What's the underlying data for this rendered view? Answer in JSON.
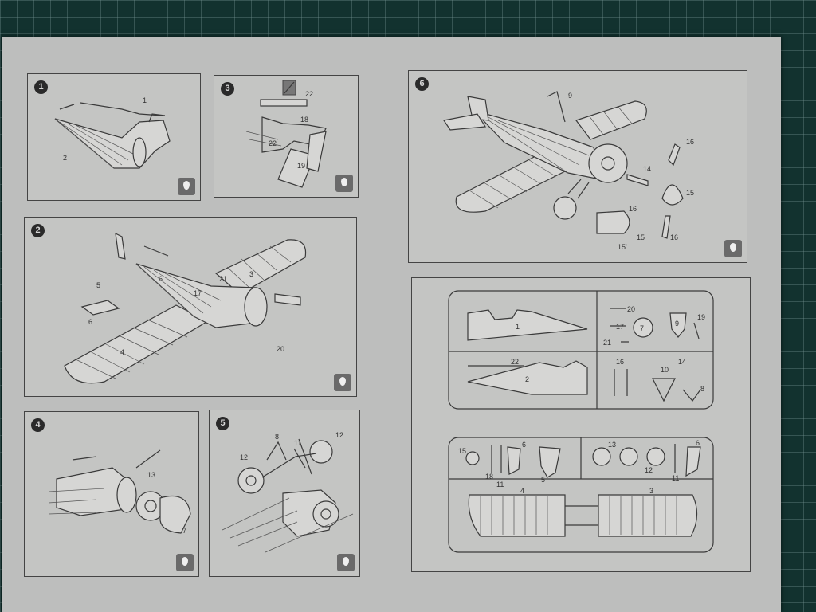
{
  "steps": [
    {
      "id": "1",
      "badge": "1",
      "labels": [
        "1",
        "2"
      ]
    },
    {
      "id": "3",
      "badge": "3",
      "labels": [
        "22",
        "18",
        "22",
        "19"
      ]
    },
    {
      "id": "2",
      "badge": "2",
      "labels": [
        "5",
        "6",
        "6",
        "17",
        "21",
        "3",
        "4",
        "20"
      ]
    },
    {
      "id": "4",
      "badge": "4",
      "labels": [
        "13",
        "7"
      ]
    },
    {
      "id": "5",
      "badge": "5",
      "labels": [
        "8",
        "11",
        "12",
        "12"
      ]
    },
    {
      "id": "6",
      "badge": "6",
      "labels": [
        "9",
        "16",
        "14",
        "15",
        "16",
        "15",
        "15'",
        "16"
      ]
    }
  ],
  "sprue": {
    "upper_labels": [
      "20",
      "17",
      "7",
      "9",
      "19",
      "21",
      "1",
      "22",
      "16",
      "10",
      "14",
      "2",
      "8"
    ],
    "lower_labels": [
      "15",
      "6",
      "13",
      "12",
      "6",
      "18",
      "11",
      "5",
      "11",
      "4",
      "3"
    ]
  },
  "glue_icon": "glue-drop-icon",
  "colors": {
    "mat": "#12322f",
    "paper": "#bdbebd",
    "ink": "#3a3a3a"
  }
}
